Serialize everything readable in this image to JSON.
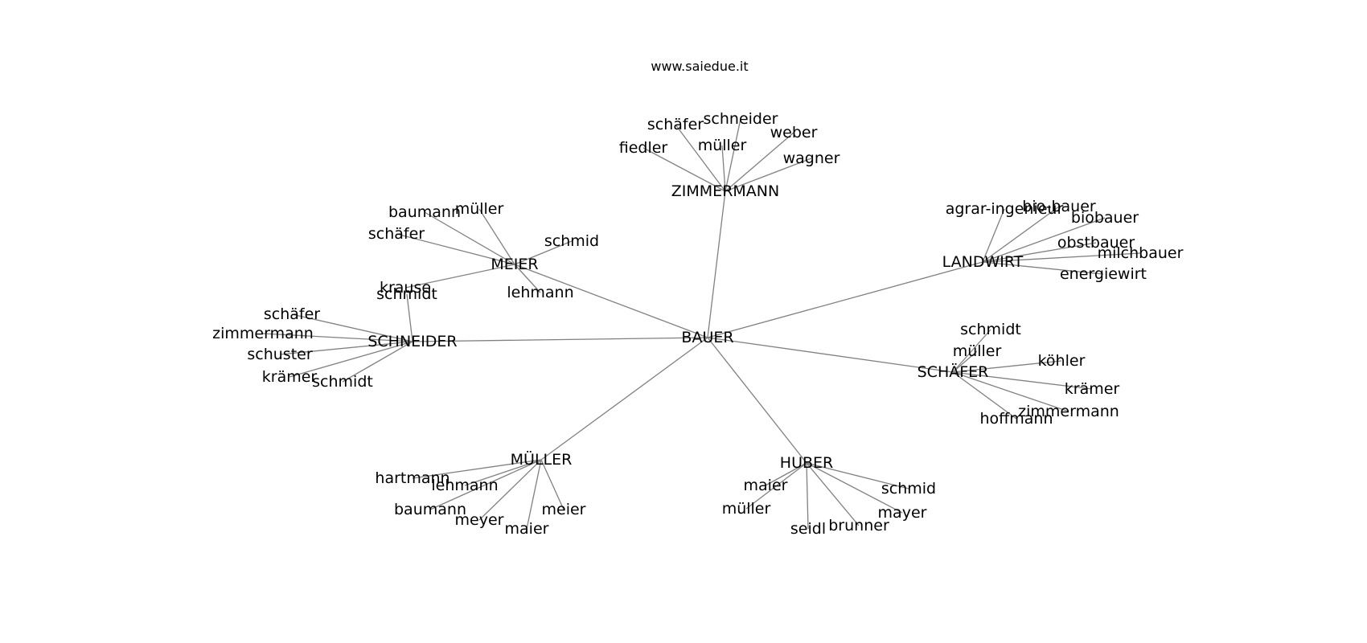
{
  "title": "www.saiedue.it",
  "graph": {
    "root": "BAUER",
    "groups": [
      {
        "id": "zimmermann",
        "label": "ZIMMERMANN",
        "children": [
          "fiedler",
          "schäfer",
          "müller",
          "schneider",
          "weber",
          "wagner"
        ]
      },
      {
        "id": "meier",
        "label": "MEIER",
        "children": [
          "baumann",
          "müller",
          "schäfer",
          "schmid",
          "krause",
          "lehmann"
        ]
      },
      {
        "id": "landwirt",
        "label": "LANDWIRT",
        "children": [
          "agrar-ingenieur",
          "bio-bauer",
          "biobauer",
          "obstbauer",
          "milchbauer",
          "energiewirt"
        ]
      },
      {
        "id": "schneider",
        "label": "SCHNEIDER",
        "children": [
          "schmidt",
          "schäfer",
          "zimmermann",
          "schuster",
          "krämer",
          "schmidt"
        ]
      },
      {
        "id": "schaefer",
        "label": "SCHÄFER",
        "children": [
          "schmidt",
          "müller",
          "köhler",
          "krämer",
          "zimmermann",
          "hoffmann"
        ]
      },
      {
        "id": "mueller",
        "label": "MÜLLER",
        "children": [
          "hartmann",
          "lehmann",
          "baumann",
          "meyer",
          "maier",
          "meier"
        ]
      },
      {
        "id": "huber",
        "label": "HUBER",
        "children": [
          "maier",
          "müller",
          "seidl",
          "brunner",
          "mayer",
          "schmid"
        ]
      }
    ]
  }
}
